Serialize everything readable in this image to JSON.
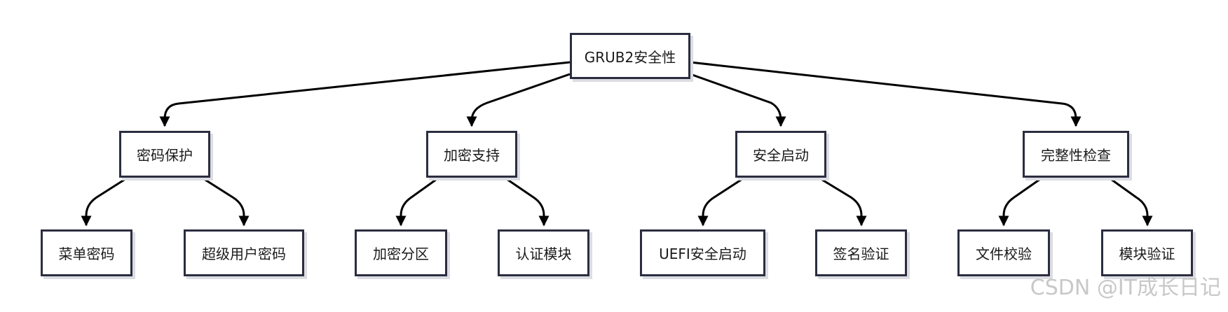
{
  "root": {
    "label": "GRUB2安全性"
  },
  "categories": [
    {
      "label": "密码保护",
      "children": [
        "菜单密码",
        "超级用户密码"
      ]
    },
    {
      "label": "加密支持",
      "children": [
        "加密分区",
        "认证模块"
      ]
    },
    {
      "label": "安全启动",
      "children": [
        "UEFI安全启动",
        "签名验证"
      ]
    },
    {
      "label": "完整性检查",
      "children": [
        "文件校验",
        "模块验证"
      ]
    }
  ],
  "watermark": "CSDN @IT成长日记",
  "colors": {
    "border": "#2b2d3f",
    "edge": "#000000",
    "shadow": "#dcdde3"
  }
}
